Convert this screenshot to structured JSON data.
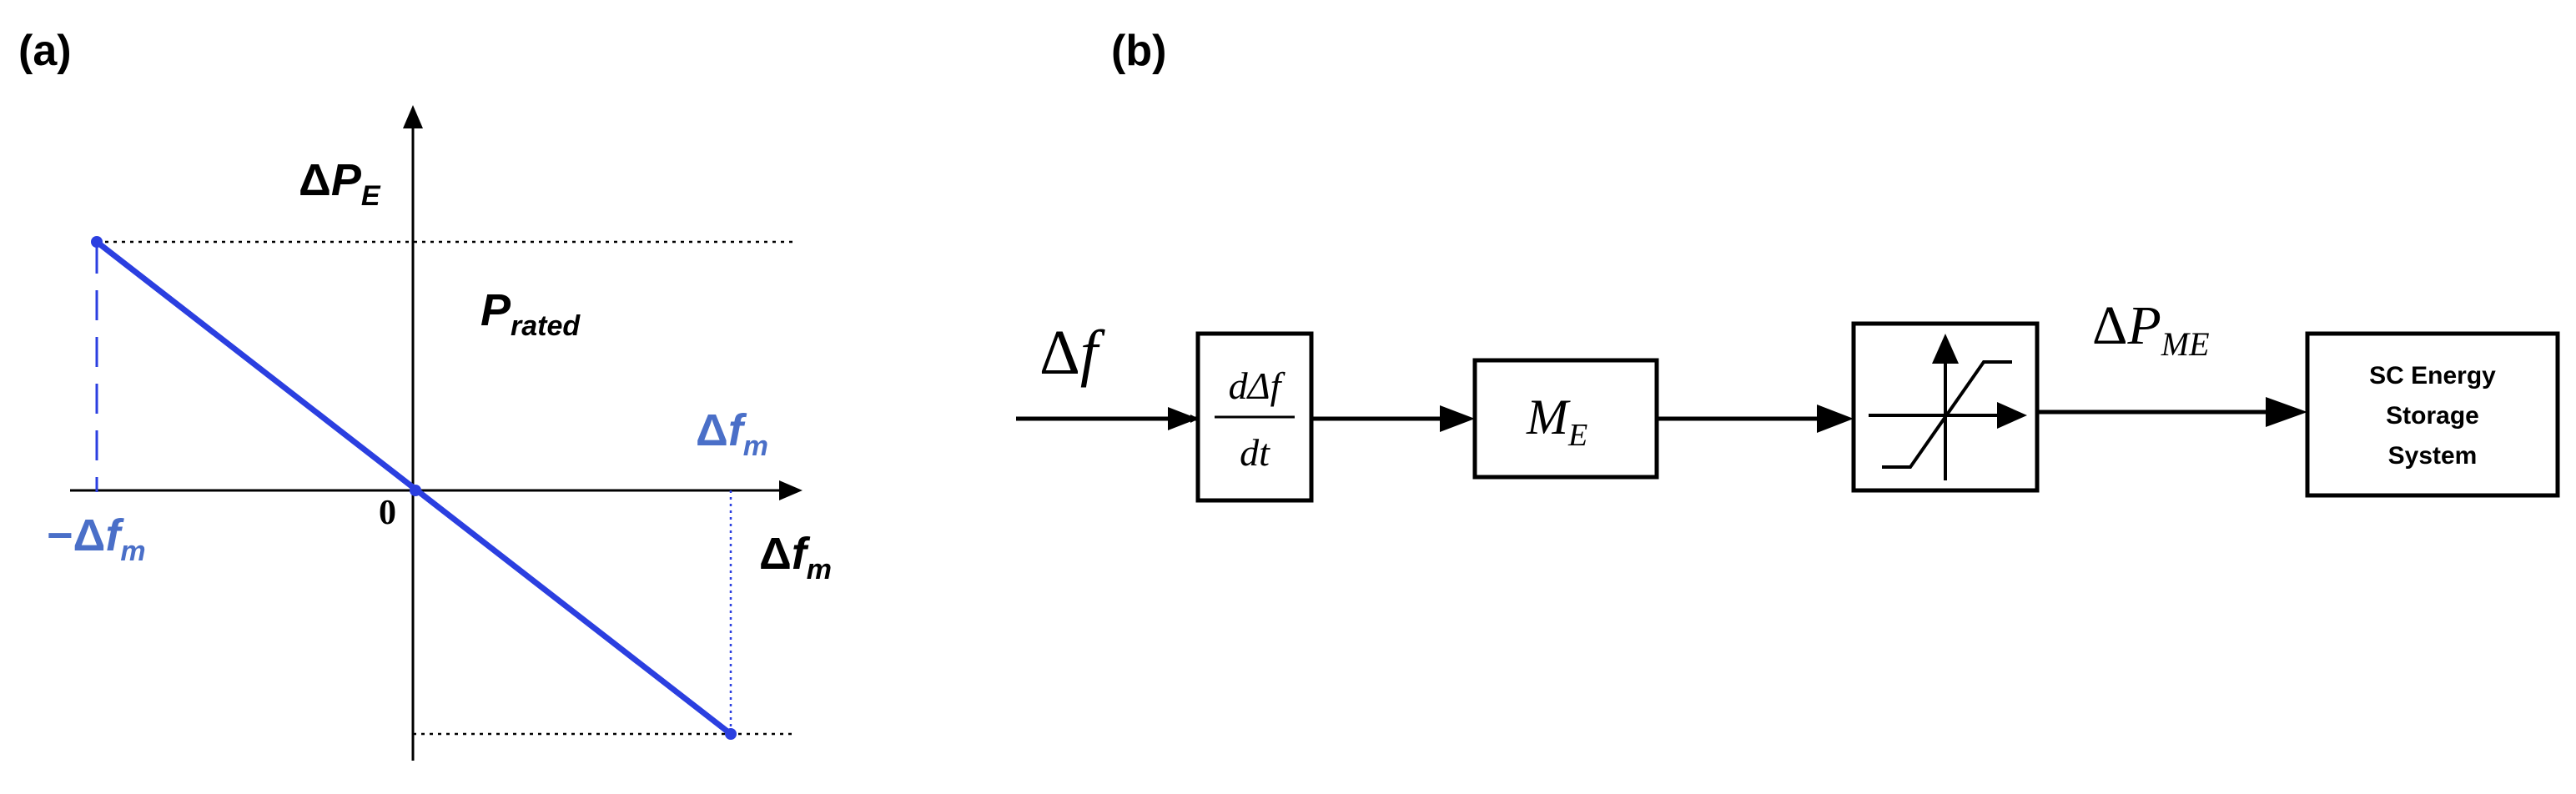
{
  "panel_a": {
    "label": "(a)",
    "y_axis": {
      "delta": "Δ",
      "var": "P",
      "sub": "E"
    },
    "p_rated": {
      "var": "P",
      "sub": "rated"
    },
    "origin": "0",
    "x_axis": {
      "delta": "Δ",
      "var": "f",
      "sub": "m"
    },
    "pos_dfm": {
      "delta": "Δ",
      "var": "f",
      "sub": "m"
    },
    "neg_dfm": {
      "sign": "−",
      "delta": "Δ",
      "var": "f",
      "sub": "m"
    },
    "colors": {
      "droop_line": "#2b3fe0",
      "blue_label": "#4a6fc8",
      "axis": "#000000"
    }
  },
  "panel_b": {
    "label": "(b)",
    "input": {
      "delta": "Δ",
      "var": "f"
    },
    "derivative_block": {
      "numerator": "dΔf",
      "denominator": "dt"
    },
    "gain_block": {
      "var": "M",
      "sub": "E"
    },
    "limiter_block": {
      "icon": "saturation-limiter-icon"
    },
    "output": {
      "delta": "Δ",
      "var": "P",
      "sub": "ME"
    },
    "storage_block": {
      "lines": [
        "SC Energy",
        "Storage",
        "System"
      ]
    }
  }
}
